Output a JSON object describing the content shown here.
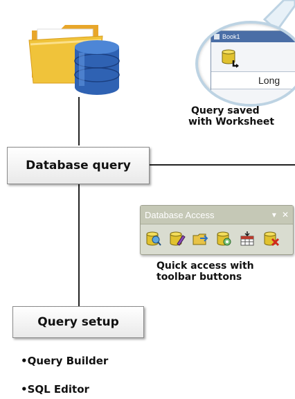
{
  "nodes": {
    "database_query": "Database query",
    "query_setup": "Query setup"
  },
  "captions": {
    "query_saved": [
      "Query saved",
      "with Worksheet"
    ],
    "quick_access": [
      "Quick access with",
      "toolbar buttons"
    ]
  },
  "bullets": [
    "•Query Builder",
    "•SQL Editor"
  ],
  "toolbar": {
    "title": "Database Access",
    "dropdown_glyph": "▾",
    "close_glyph": "✕",
    "buttons": [
      "new-query-icon",
      "edit-query-icon",
      "open-query-icon",
      "query-settings-icon",
      "import-data-icon",
      "remove-query-icon"
    ]
  },
  "worksheet": {
    "window_title": "Book1",
    "column_label": "Long"
  },
  "colors": {
    "box_border": "#8a8a8a",
    "connector": "#222222",
    "toolbar_bg": "#d9dcd0",
    "database_blue": "#2f62b3",
    "folder_yellow": "#f0c33a",
    "callout_border": "#bdd3e3"
  },
  "icons": {
    "folder": "folder-icon",
    "database": "database-icon"
  }
}
